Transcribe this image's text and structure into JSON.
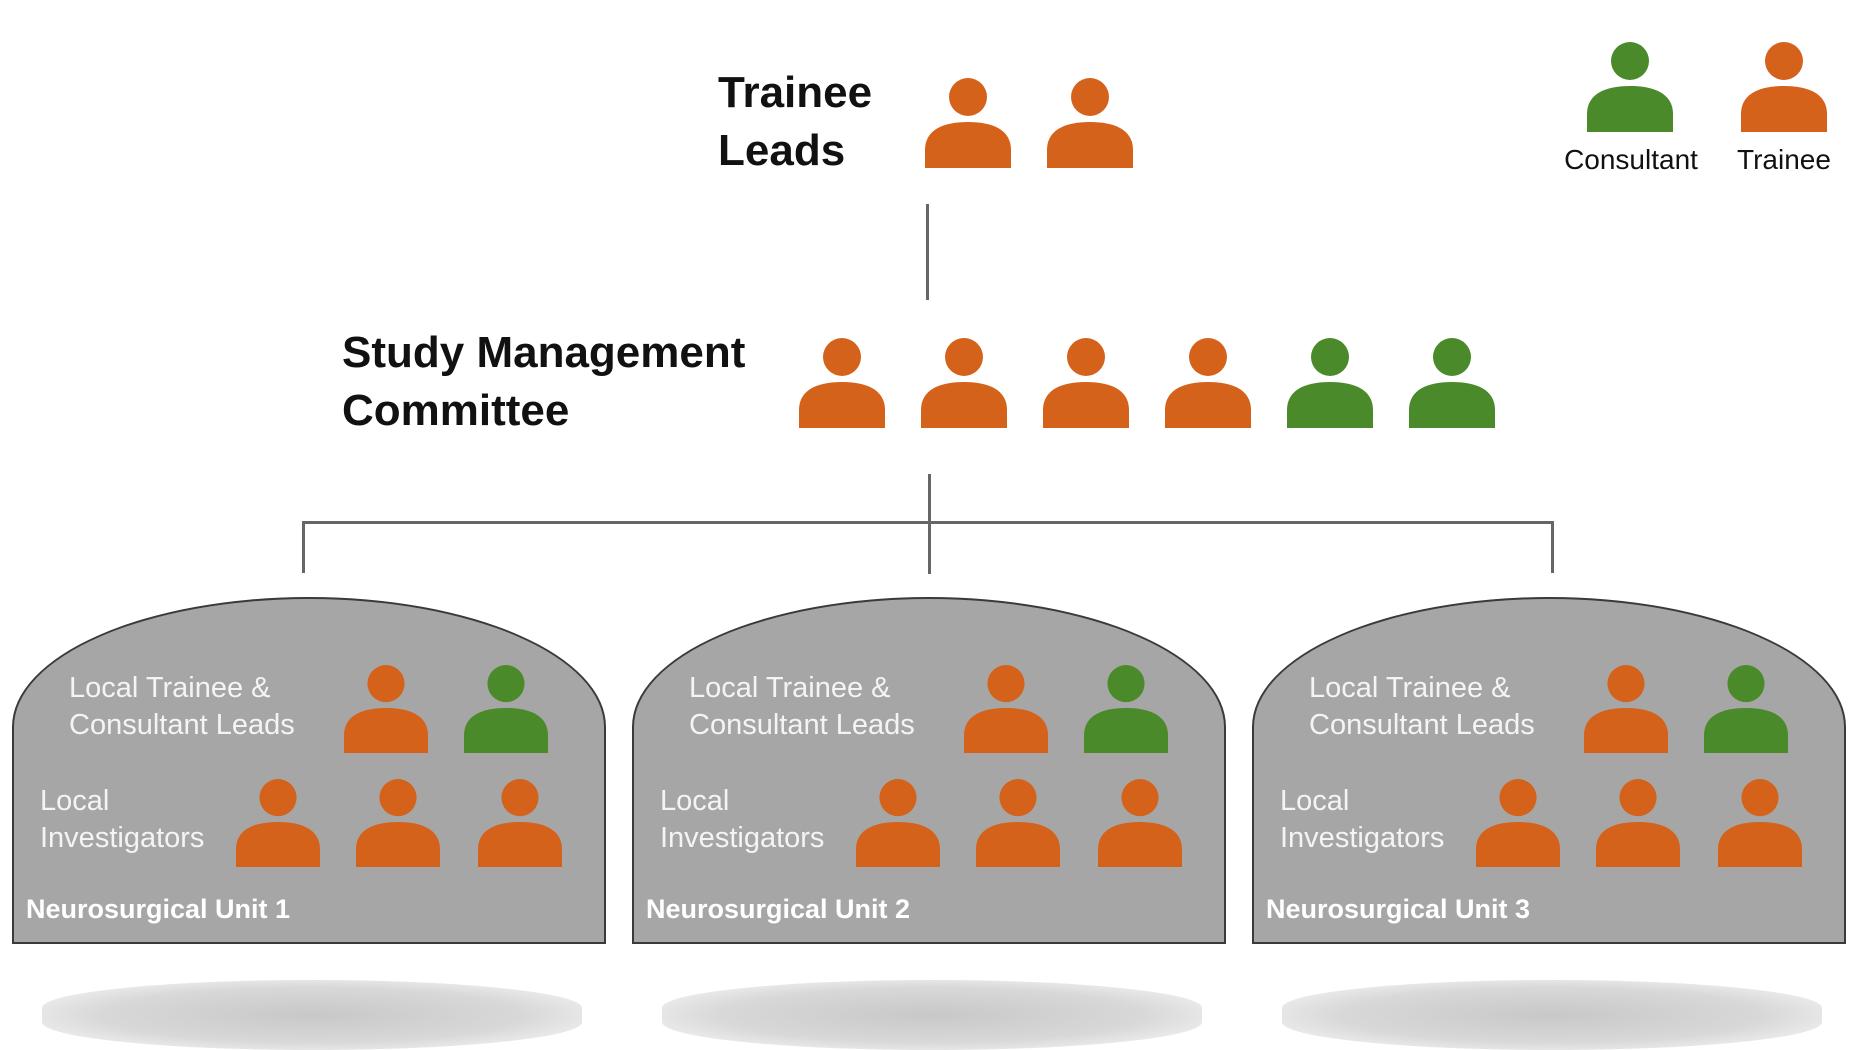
{
  "colors": {
    "trainee": "#d4621a",
    "consultant": "#4a8a2a",
    "unit_fill": "#a6a6a6",
    "connector": "#666666"
  },
  "legend": [
    {
      "role": "consultant",
      "label": "Consultant"
    },
    {
      "role": "trainee",
      "label": "Trainee"
    }
  ],
  "trainee_leads": {
    "title_lines": [
      "Trainee",
      "Leads"
    ],
    "members": [
      "trainee",
      "trainee"
    ]
  },
  "study_management_committee": {
    "title_lines": [
      "Study Management",
      "Committee"
    ],
    "members": [
      "trainee",
      "trainee",
      "trainee",
      "trainee",
      "consultant",
      "consultant"
    ]
  },
  "units": [
    {
      "name": "Neurosurgical Unit 1",
      "leads_label": [
        "Local Trainee &",
        "Consultant Leads"
      ],
      "leads": [
        "trainee",
        "consultant"
      ],
      "investigators_label": [
        "Local",
        "Investigators"
      ],
      "investigators": [
        "trainee",
        "trainee",
        "trainee"
      ]
    },
    {
      "name": "Neurosurgical Unit 2",
      "leads_label": [
        "Local Trainee &",
        "Consultant Leads"
      ],
      "leads": [
        "trainee",
        "consultant"
      ],
      "investigators_label": [
        "Local",
        "Investigators"
      ],
      "investigators": [
        "trainee",
        "trainee",
        "trainee"
      ]
    },
    {
      "name": "Neurosurgical Unit 3",
      "leads_label": [
        "Local Trainee &",
        "Consultant Leads"
      ],
      "leads": [
        "trainee",
        "consultant"
      ],
      "investigators_label": [
        "Local",
        "Investigators"
      ],
      "investigators": [
        "trainee",
        "trainee",
        "trainee"
      ]
    }
  ]
}
